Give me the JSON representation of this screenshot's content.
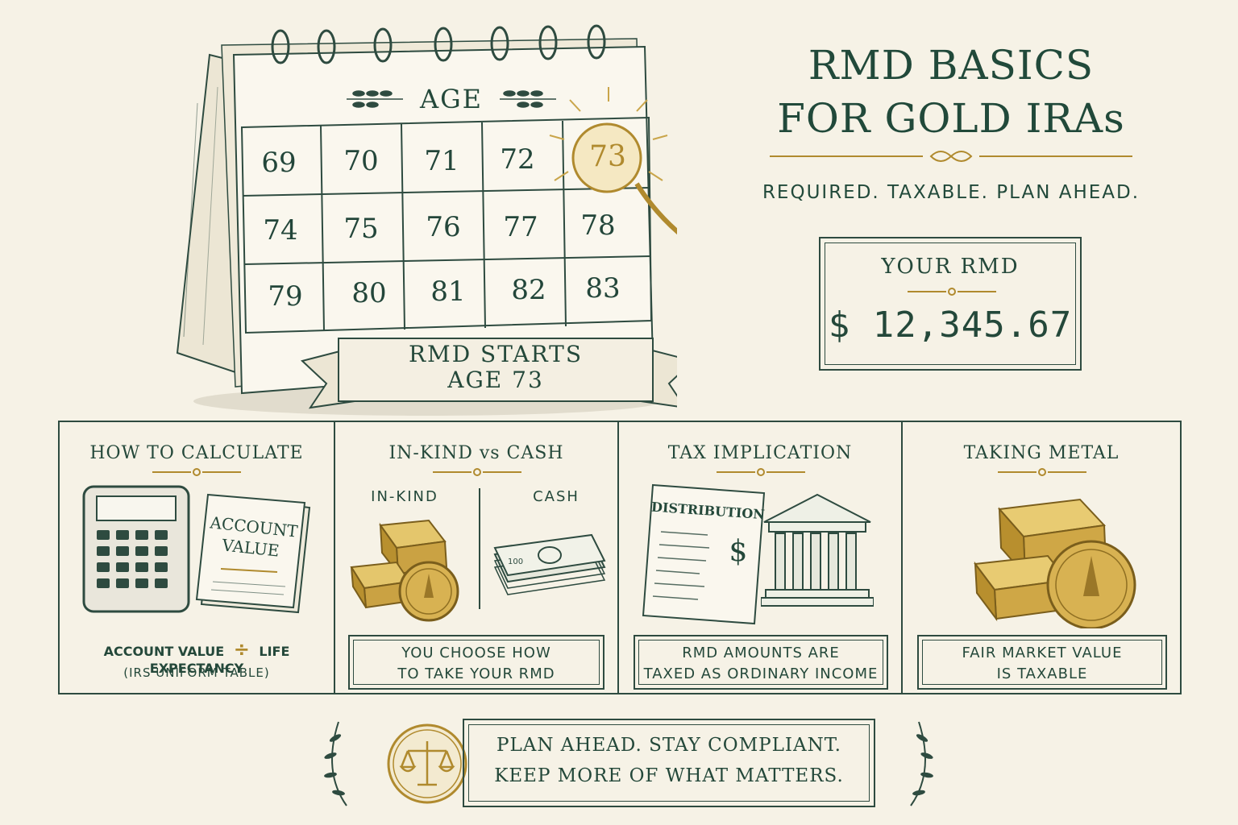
{
  "title": {
    "line1": "RMD BASICS",
    "line2": "FOR GOLD IRAs"
  },
  "tagline": "REQUIRED.  TAXABLE.  PLAN AHEAD.",
  "calendar": {
    "header": "AGE",
    "ages": [
      "69",
      "70",
      "71",
      "72",
      "73",
      "74",
      "75",
      "76",
      "77",
      "78",
      "79",
      "80",
      "81",
      "82",
      "83"
    ],
    "highlighted_age": "73",
    "ribbon": {
      "line1": "RMD STARTS",
      "line2": "AGE 73"
    }
  },
  "rmd": {
    "label": "YOUR RMD",
    "amount": "$ 12,345.67"
  },
  "panels": {
    "calculate": {
      "title": "HOW TO CALCULATE",
      "paper_label_1": "ACCOUNT",
      "paper_label_2": "VALUE",
      "formula_left": "ACCOUNT VALUE",
      "formula_op": "÷",
      "formula_right": "LIFE EXPECTANCY",
      "note": "(IRS UNIFORM TABLE)"
    },
    "inkind": {
      "title": "IN-KIND vs CASH",
      "left_label": "IN-KIND",
      "right_label": "CASH",
      "caption_1": "YOU CHOOSE HOW",
      "caption_2": "TO TAKE YOUR RMD"
    },
    "tax": {
      "title": "TAX IMPLICATION",
      "doc_label": "DISTRIBUTION",
      "doc_symbol": "$",
      "caption_1": "RMD AMOUNTS ARE",
      "caption_2": "TAXED AS ORDINARY INCOME"
    },
    "metal": {
      "title": "TAKING METAL",
      "caption_1": "FAIR MARKET VALUE",
      "caption_2": "IS TAXABLE"
    }
  },
  "footer": {
    "line1": "PLAN AHEAD.  STAY COMPLIANT.",
    "line2": "KEEP MORE OF WHAT MATTERS."
  },
  "colors": {
    "ink": "#24483a",
    "gold": "#b08a2e",
    "paper": "#f6f2e6"
  }
}
